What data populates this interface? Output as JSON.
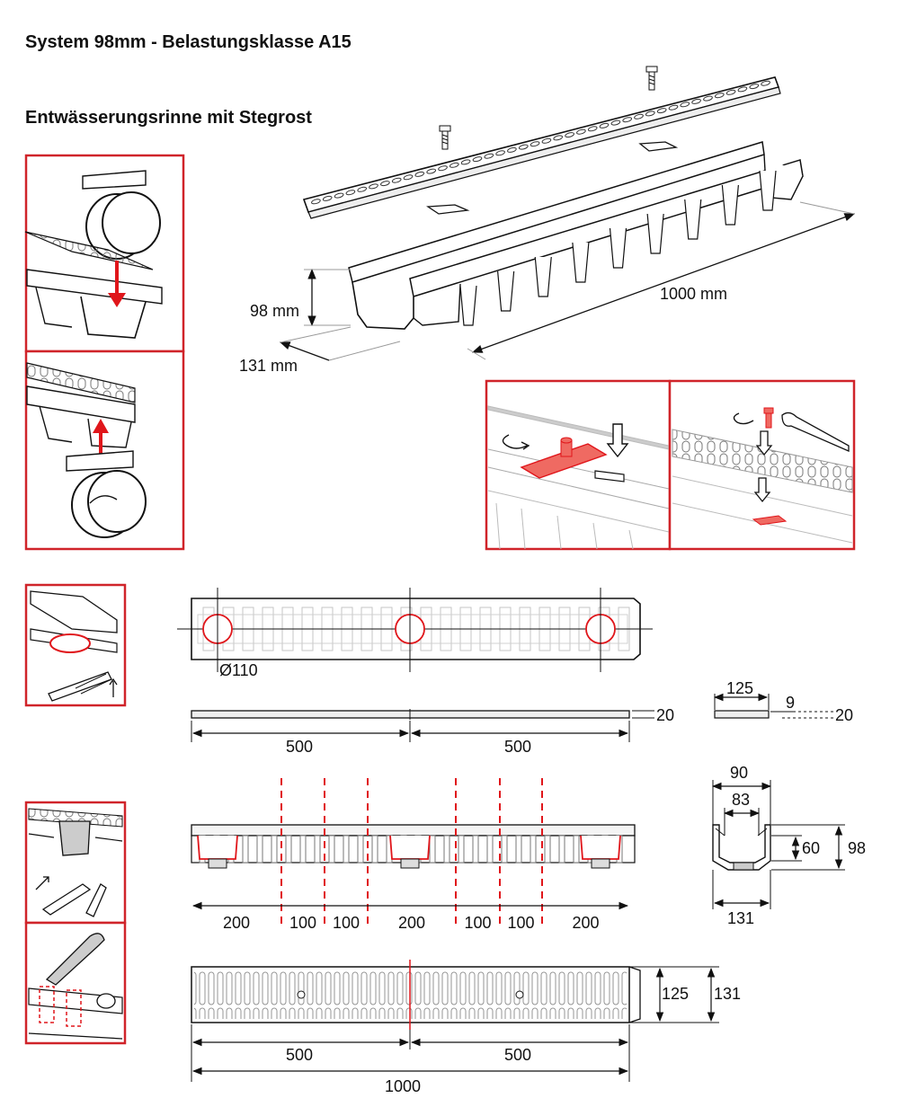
{
  "header": {
    "title": "System 98mm - Belastungsklasse A15",
    "subtitle": "Entwässerungsrinne mit Stegrost"
  },
  "iso_view": {
    "height": "98 mm",
    "width": "131 mm",
    "length": "1000 mm"
  },
  "top_view": {
    "diameter": "Ø110"
  },
  "grate_side": {
    "height": "20",
    "seg_left": "500",
    "seg_right": "500"
  },
  "grate_end": {
    "width": "125",
    "gap": "9",
    "height": "20"
  },
  "channel_side": {
    "segments": [
      "200",
      "100",
      "100",
      "200",
      "100",
      "100",
      "200"
    ]
  },
  "channel_section": {
    "outer_top": "90",
    "inner_top": "83",
    "inner_height": "60",
    "total_height": "98",
    "base_width": "131"
  },
  "grate_top": {
    "width_inner": "125",
    "width_outer": "131",
    "seg_left": "500",
    "seg_right": "500",
    "total": "1000"
  },
  "colors": {
    "accent": "#e0161b",
    "frame": "#d0242a",
    "line": "#111111",
    "light": "#bbbbbb"
  },
  "icons": [
    "end-cap-install-icon",
    "end-cap-remove-icon",
    "clip-rotate-icon",
    "screw-fastening-icon",
    "outlet-cutout-icon",
    "cut-section-icon",
    "grate-lever-icon"
  ]
}
